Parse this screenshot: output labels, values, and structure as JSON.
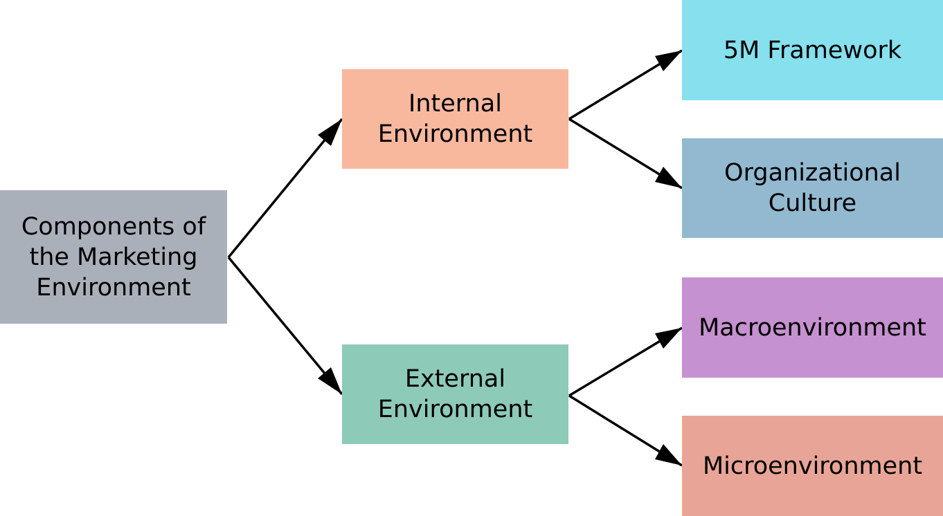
{
  "diagram": {
    "root": {
      "label": "Components of\nthe Marketing\nEnvironment",
      "color": "#aab0ba"
    },
    "internal": {
      "label": "Internal\nEnvironment",
      "color": "#f8b89e"
    },
    "external": {
      "label": "External\nEnvironment",
      "color": "#8ecab8"
    },
    "five_m": {
      "label": "5M Framework",
      "color": "#86e0ee"
    },
    "culture": {
      "label": "Organizational\nCulture",
      "color": "#92b9d0"
    },
    "macro": {
      "label": "Macroenvironment",
      "color": "#c591d0"
    },
    "micro": {
      "label": "Microenvironment",
      "color": "#e8a597"
    },
    "edges": [
      {
        "from": "root",
        "to": "internal"
      },
      {
        "from": "root",
        "to": "external"
      },
      {
        "from": "internal",
        "to": "five_m"
      },
      {
        "from": "internal",
        "to": "culture"
      },
      {
        "from": "external",
        "to": "macro"
      },
      {
        "from": "external",
        "to": "micro"
      }
    ]
  }
}
